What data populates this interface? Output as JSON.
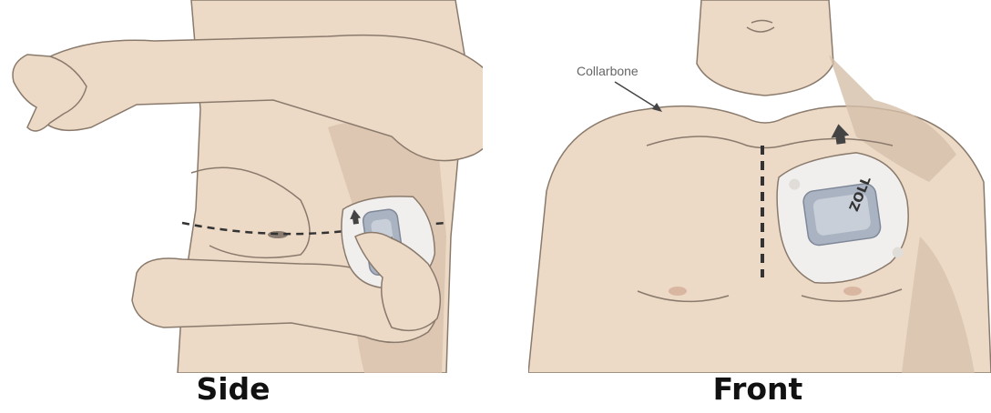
{
  "captions": {
    "side": "Side",
    "front": "Front"
  },
  "labels": {
    "collarbone": "Collarbone"
  },
  "device": {
    "brand": "ZOLL"
  },
  "colors": {
    "skin": "#ecd9c6",
    "skin_shadow": "#dcc6b0",
    "skin_dark": "#d3bca6",
    "outline": "#8a7a6c",
    "patch_frame": "#f1efed",
    "patch_body": "#aab3c2",
    "arrow": "#444444"
  }
}
